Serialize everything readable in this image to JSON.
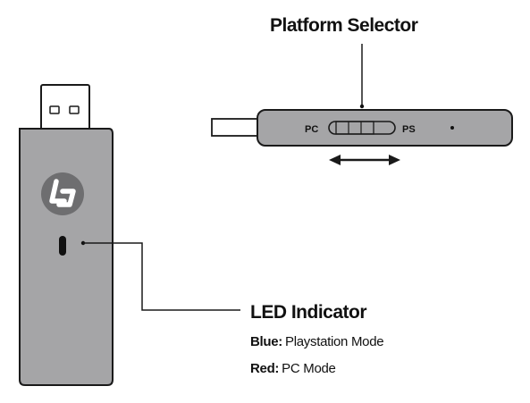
{
  "platform_selector": {
    "title": "Platform Selector",
    "left_label": "PC",
    "right_label": "PS"
  },
  "led_indicator": {
    "title": "LED Indicator",
    "modes": [
      {
        "key": "Blue:",
        "value": "Playstation Mode"
      },
      {
        "key": "Red:",
        "value": "PC Mode"
      }
    ]
  },
  "colors": {
    "body_fill": "#a5a5a7",
    "outline": "#1a1a1a",
    "logo_bg": "#6e6e70",
    "logo_fg": "#ffffff",
    "led": "#111111"
  },
  "icons": [
    "usb-connector",
    "brand-logo-icon",
    "double-arrow-icon"
  ]
}
